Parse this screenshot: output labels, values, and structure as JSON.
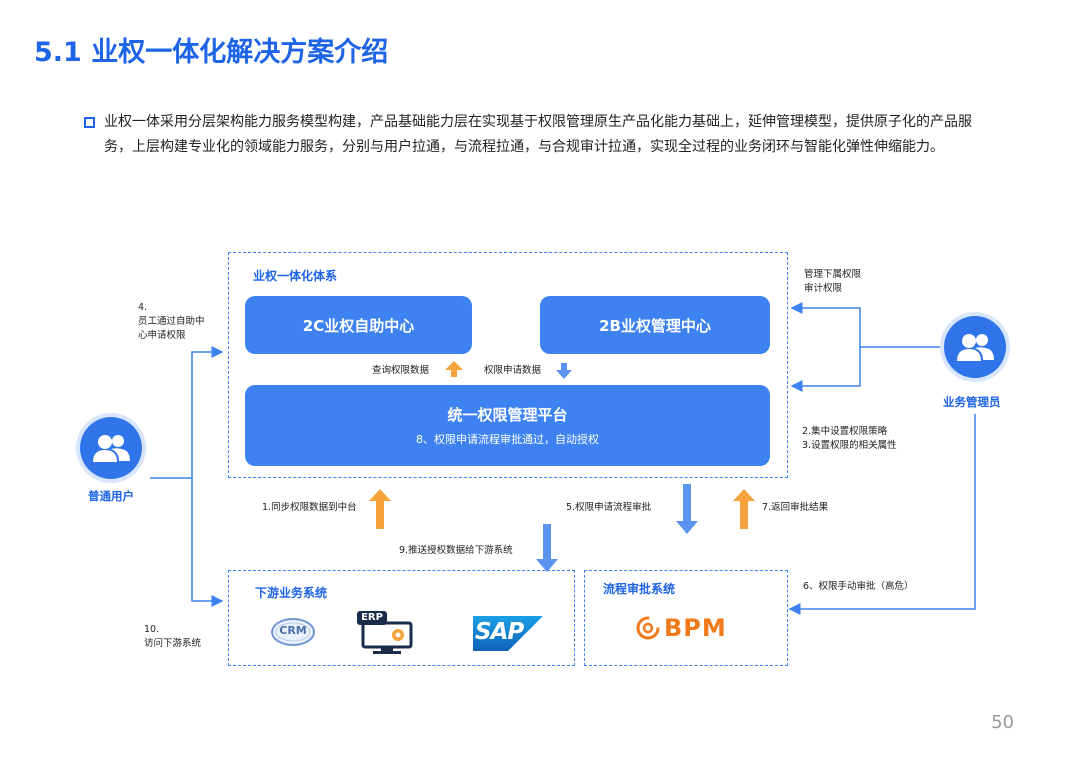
{
  "title": "5.1 业权一体化解决方案介绍",
  "intro": "业权一体采用分层架构能力服务模型构建，产品基础能力层在实现基于权限管理原生产品化能力基础上，延伸管理模型，提供原子化的产品服务，上层构建专业化的领域能力服务，分别与用户拉通，与流程拉通，与合规审计拉通，实现全过程的业务闭环与智能化弹性伸缩能力。",
  "system_box_label": "业权一体化体系",
  "block_2c": "2C业权自助中心",
  "block_2b": "2B业权管理中心",
  "query_data": "查询权限数据",
  "apply_data": "权限申请数据",
  "platform": {
    "title": "统一权限管理平台",
    "subtitle": "8、权限申请流程审批通过，自动授权"
  },
  "ordinary_user": "普通用户",
  "business_admin": "业务管理员",
  "note_4": "4.\n员工通过自助中\n心申请权限",
  "note_manage": "管理下属权限\n审计权限",
  "note_2_3": "2.集中设置权限策略\n3.设置权限的相关属性",
  "step_1": "1.同步权限数据到中台",
  "step_5": "5.权限申请流程审批",
  "step_7": "7.返回审批结果",
  "step_9": "9.推送授权数据给下游系统",
  "step_6": "6、权限手动审批（高危）",
  "note_10": "10.\n访问下游系统",
  "downstream_label": "下游业务系统",
  "flow_label": "流程审批系统",
  "logo_crm": "CRM",
  "logo_erp": "ERP",
  "logo_sap": "SAP",
  "logo_bpm": "BPM",
  "page_number": "50",
  "colors": {
    "primary": "#1e64e6",
    "block": "#3d82f0",
    "arrow_up": "#f5a33c",
    "arrow_down": "#5b93f0"
  }
}
